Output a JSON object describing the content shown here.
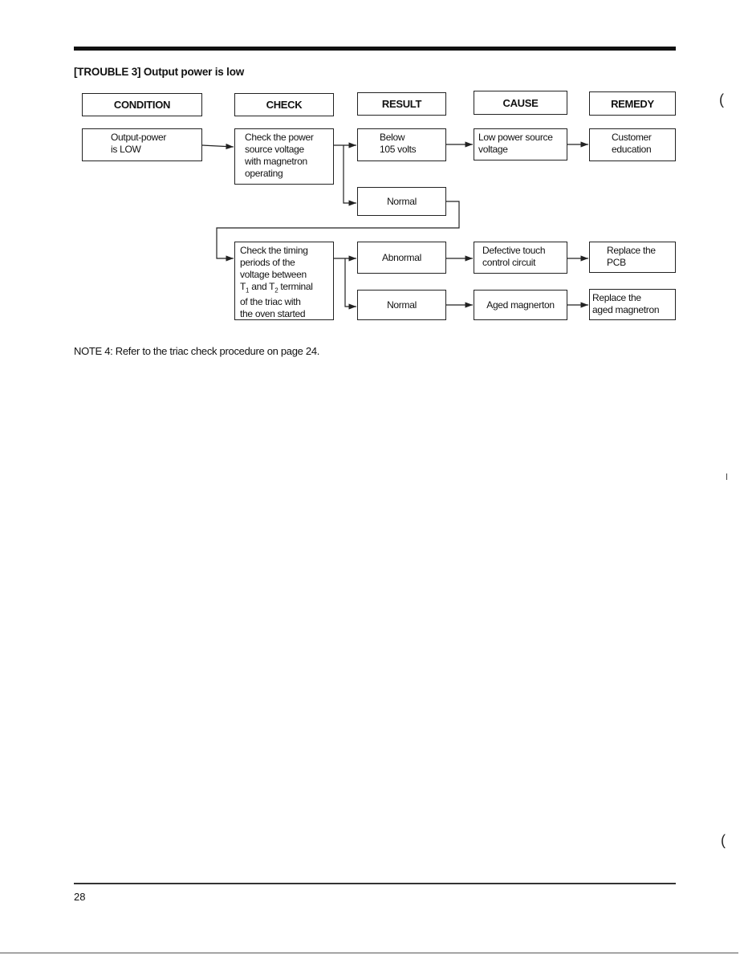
{
  "title": "[TROUBLE 3] Output power is low",
  "headers": {
    "condition": "CONDITION",
    "check": "CHECK",
    "result": "RESULT",
    "cause": "CAUSE",
    "remedy": "REMEDY"
  },
  "nodes": {
    "condition": "Output-power\nis LOW",
    "check1": "Check the power\nsource voltage\nwith magnetron\noperating",
    "result_below": "Below\n105 volts",
    "result_normal1": "Normal",
    "cause_low": "Low power source\nvoltage",
    "remedy_customer": "Customer\neducation",
    "check2_l1": "Check the timing",
    "check2_l2": "periods of the",
    "check2_l3": "voltage between",
    "check2_t1": "T",
    "check2_sub1": "1",
    "check2_and": " and T",
    "check2_sub2": "2",
    "check2_terminal": " terminal",
    "check2_l5": "of the triac with",
    "check2_l6": "the oven started",
    "result_abnormal": "Abnormal",
    "result_normal2": "Normal",
    "cause_touch": "Defective touch\ncontrol circuit",
    "cause_aged": "Aged magnerton",
    "remedy_pcb": "Replace the\nPCB",
    "remedy_magnetron": "Replace the\naged magnetron"
  },
  "note": "NOTE 4: Refer to the triac check procedure on page 24.",
  "page_number": "28"
}
